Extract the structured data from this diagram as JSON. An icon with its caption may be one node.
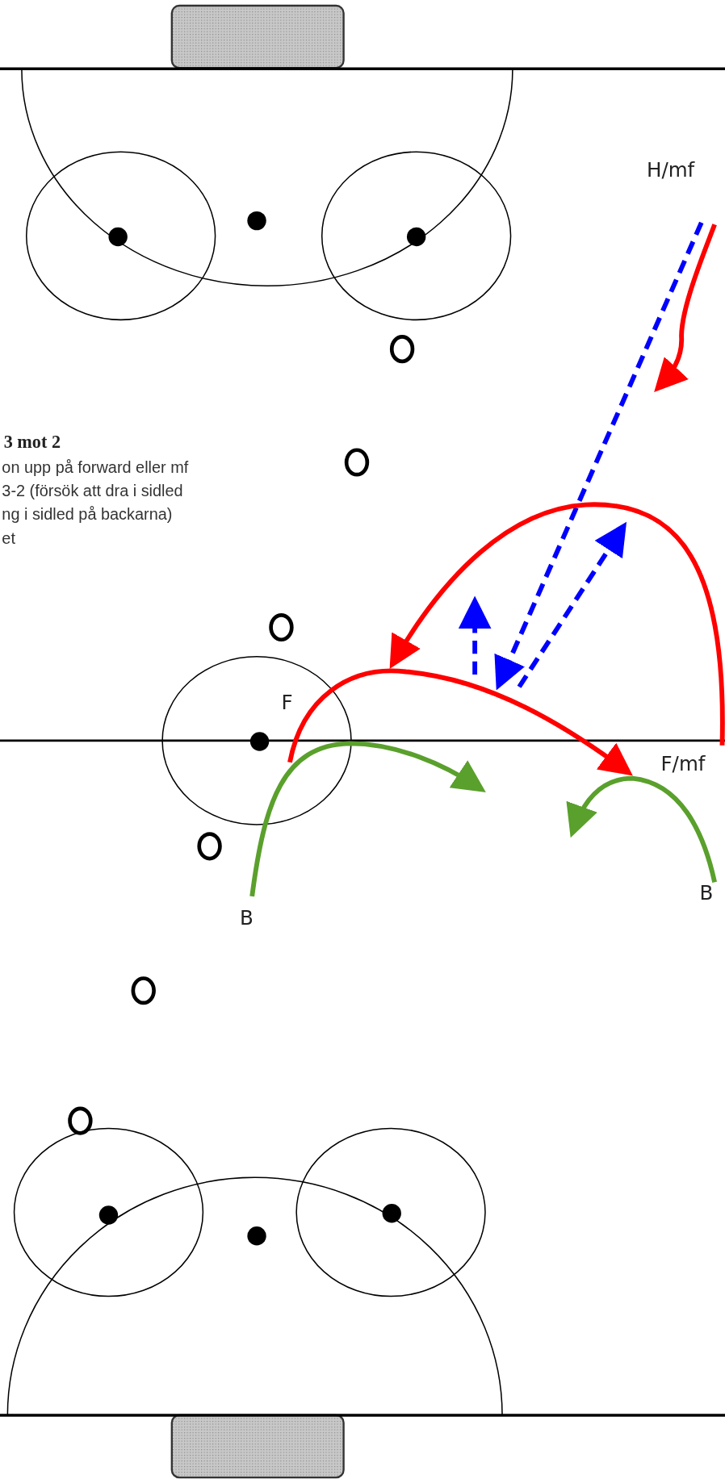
{
  "diagram": {
    "title": "3 mot 2",
    "nodes": [
      {
        "text": [
          "H/mf"
        ]
      },
      {
        "text": [
          "F"
        ]
      },
      {
        "text": [
          "F/mf"
        ]
      },
      {
        "text": [
          "B"
        ]
      },
      {
        "text": [
          "B"
        ]
      }
    ],
    "edges": [
      {
        "from": 0,
        "to": null,
        "arrow": "to",
        "color": "#ff0000"
      },
      {
        "from": 0,
        "to": null,
        "arrow": "to",
        "style": "dashed",
        "color": "#0000ff"
      },
      {
        "from": 2,
        "to": 1,
        "arrow": "to",
        "color": "#ff0000"
      },
      {
        "from": 1,
        "to": 2,
        "arrow": "to",
        "color": "#ff0000"
      },
      {
        "from": 3,
        "to": null,
        "arrow": "to",
        "color": "#5aa02c"
      },
      {
        "from": 4,
        "to": null,
        "arrow": "to",
        "color": "#5aa02c"
      }
    ],
    "labels": [
      "on upp på forward eller mf",
      "3-2 (försök att dra i sidled",
      "ng i sidled på backarna)",
      "et"
    ]
  }
}
